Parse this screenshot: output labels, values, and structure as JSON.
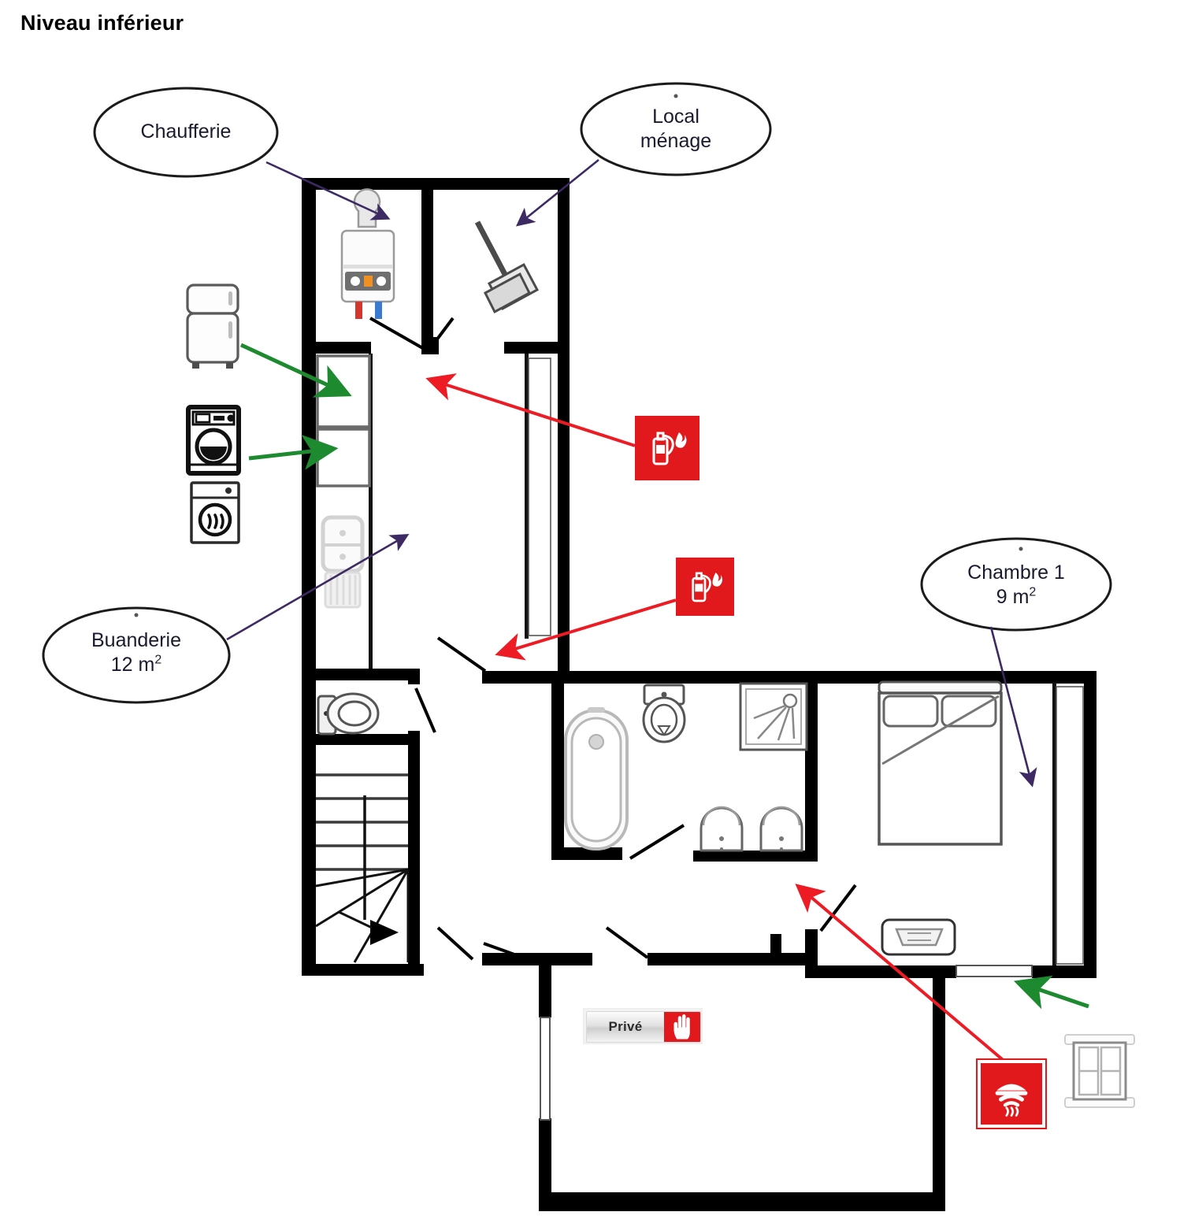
{
  "page": {
    "title": "Niveau inférieur",
    "type": "floor-plan",
    "level": "lower"
  },
  "callouts": [
    {
      "id": "chaufferie",
      "label": "Chaufferie",
      "area": null,
      "points_to": "boiler-room"
    },
    {
      "id": "local-menage",
      "label": "Local\nménage",
      "line1": "Local",
      "line2": "ménage",
      "area": null,
      "points_to": "cleaning-room"
    },
    {
      "id": "buanderie",
      "label": "Buanderie",
      "line1": "Buanderie",
      "area_value": "12",
      "area_unit": "m",
      "area_exp": "2",
      "points_to": "laundry-room"
    },
    {
      "id": "chambre-1",
      "label": "Chambre 1",
      "line1": "Chambre 1",
      "area_value": "9",
      "area_unit": "m",
      "area_exp": "2",
      "points_to": "bedroom-1"
    }
  ],
  "signs": {
    "prive": {
      "label": "Privé",
      "icon": "stop-hand-icon",
      "color": "#e2191c"
    }
  },
  "pictograms": [
    {
      "id": "fire-extinguisher-1",
      "icon": "fire-extinguisher-icon",
      "color": "#e2191c",
      "target": "corridor-upper"
    },
    {
      "id": "fire-extinguisher-2",
      "icon": "fire-extinguisher-icon",
      "color": "#e2191c",
      "target": "corridor-lower"
    },
    {
      "id": "smoke-detector-1",
      "icon": "smoke-detector-icon",
      "color": "#e2191c",
      "target": "bedroom-1"
    }
  ],
  "legend_items": [
    {
      "id": "refrigerator",
      "icon": "refrigerator-icon",
      "arrow_color": "#1e8a30",
      "target": "laundry-room-slot-1"
    },
    {
      "id": "washing-machine",
      "icon": "washing-machine-icon",
      "arrow_color": "#1e8a30",
      "target": "laundry-room-slot-2"
    },
    {
      "id": "tumble-dryer",
      "icon": "tumble-dryer-icon",
      "arrow_color": "#1e8a30",
      "target": "laundry-room-slot-2"
    },
    {
      "id": "window",
      "icon": "window-icon",
      "arrow_color": "#1e8a30",
      "target": "bedroom-1-window"
    }
  ],
  "fixtures": [
    {
      "id": "gas-boiler",
      "icon": "gas-boiler-icon",
      "room": "boiler-room"
    },
    {
      "id": "broom",
      "icon": "broom-icon",
      "room": "cleaning-room"
    },
    {
      "id": "utility-sink",
      "icon": "utility-sink-icon",
      "room": "laundry-room"
    },
    {
      "id": "wc-toilet",
      "icon": "toilet-icon",
      "room": "wc"
    },
    {
      "id": "staircase",
      "icon": "staircase-icon",
      "room": "stairwell"
    },
    {
      "id": "bathtub",
      "icon": "bathtub-icon",
      "room": "bathroom"
    },
    {
      "id": "bathroom-toilet",
      "icon": "toilet-icon",
      "room": "bathroom"
    },
    {
      "id": "shower",
      "icon": "shower-icon",
      "room": "bathroom"
    },
    {
      "id": "washbasin-left",
      "icon": "washbasin-icon",
      "room": "bathroom"
    },
    {
      "id": "washbasin-right",
      "icon": "washbasin-icon",
      "room": "bathroom"
    },
    {
      "id": "double-bed",
      "icon": "bed-icon",
      "room": "bedroom-1"
    },
    {
      "id": "bedroom-washbasin",
      "icon": "washbasin-icon",
      "room": "bedroom-1"
    }
  ],
  "colors": {
    "wall": "#000000",
    "safety_red": "#e2191c",
    "arrow_red": "#ed1c24",
    "arrow_green": "#1e8a30",
    "arrow_purple": "#3d2a63",
    "fixture_gray": "#8c8c8c",
    "background": "#ffffff"
  }
}
